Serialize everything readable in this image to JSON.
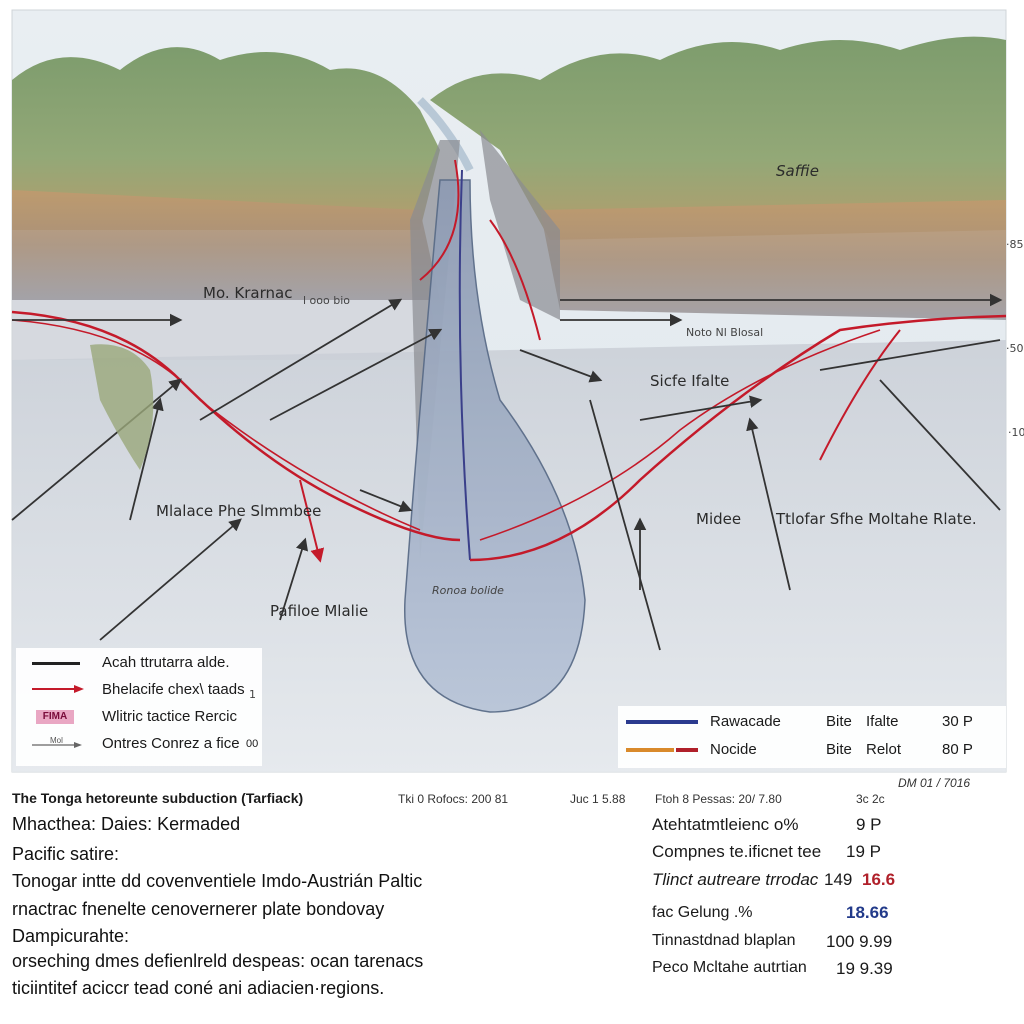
{
  "diagram": {
    "labels": {
      "top_right_terrain": "Saffie",
      "left_upper": "Mo. Krarnac",
      "left_upper_small": "l ooo bio",
      "mid_right_mid": "Sicfe Ifalte",
      "mid_right_small": "Noto Nl Blosal",
      "left_middle": "Mlalace Phe Slmmbee",
      "center_middle": "Midee",
      "right_middle": "Ttlofar Sfhe Moltahe Rlate.",
      "lower_left": "Pafiloe Mlalie",
      "trench_label": "Ronoa bolide",
      "edge_right_1": "·85",
      "edge_right_2": "·50",
      "edge_right_3": "·10"
    },
    "legend_left": [
      {
        "label": "Acah ttrutarra alde.",
        "style": "black-line"
      },
      {
        "label": "Bhelacife chex\\ taads",
        "style": "red-arrow"
      },
      {
        "label": "Wlitric tactice Rercic",
        "style": "pink-box",
        "tag": "FIMA"
      },
      {
        "label": "Ontres Conrez a fice",
        "style": "gray-arrow",
        "tag": "Mol",
        "suffix": "00"
      }
    ],
    "legend_left_side_mark": "1",
    "legend_right": [
      {
        "label": "Rawacade",
        "col2": "Bite",
        "col3": "Ifalte",
        "col4": "30 P",
        "color": "#2b3b8f"
      },
      {
        "label": "Nocide",
        "col2": "Bite",
        "col3": "Relot",
        "col4": "80 P",
        "color": "#d98a2b",
        "color2": "#b0202a"
      }
    ]
  },
  "caption": {
    "title": "The Tonga hetoreunte subduction (Tarfiack)",
    "meta1": "Tki 0 Rofocs: 200 81",
    "meta2": "Juc 1 5.88",
    "meta3": "Ftoh 8 Pessas: 20/ 7.80",
    "meta4": "3c 2c",
    "date": "DM 01 / 7016",
    "lines": [
      "Mhacthea:  Daies:  Kermaded",
      "Pacific satire:",
      "Tonogar intte dd covenventiele Imdo-Austrián Paltic",
      "rnactrac fnenelte cenovernerer plate bondovay",
      "Dampicurahte:",
      "orseching dmes defienlreld despeas: ocan tarenacs",
      "ticiintitef aciccr tead coné ani adiacien·regions."
    ]
  },
  "stats": [
    {
      "label": "Atehtatmtleienc o%",
      "value": "9 P",
      "color": "#1a1a1a"
    },
    {
      "label": "Compnes te.ificnet tee",
      "value": "19 P",
      "color": "#1a1a1a"
    },
    {
      "label": "Tlinct autreare trrodac",
      "value": "149",
      "value2": "16.6",
      "color": "#1a1a1a",
      "color2": "#b0202a"
    },
    {
      "label": "fac  Gelung .%",
      "value": "18.66",
      "color": "#223a8a"
    },
    {
      "label": "Tinnastdnad blaplan",
      "value": "100 9.99",
      "color": "#1a1a1a"
    },
    {
      "label": "Peco  Mcltahe autrtian",
      "value": "19 9.39",
      "color": "#1a1a1a"
    }
  ]
}
